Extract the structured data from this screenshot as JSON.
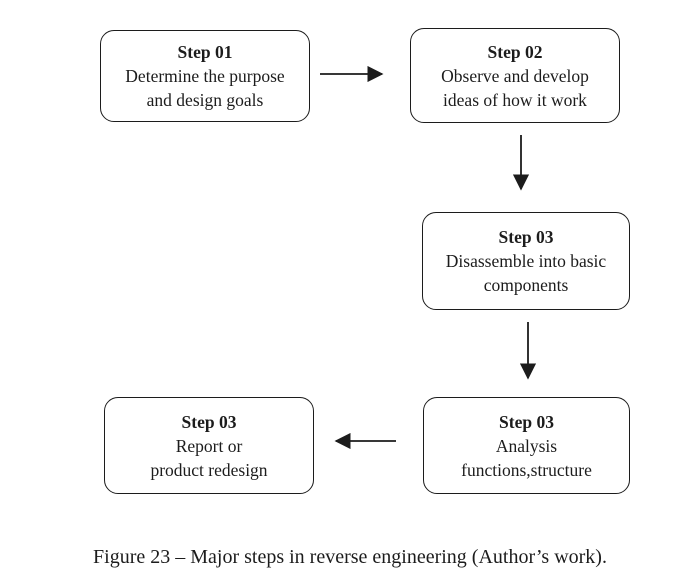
{
  "figure": {
    "caption": "Figure 23 – Major steps in reverse engineering (Author’s work)."
  },
  "colors": {
    "background": "#ffffff",
    "box_border": "#1c1c1c",
    "text": "#1c1c1c",
    "arrow": "#1c1c1c"
  },
  "flowchart": {
    "type": "flowchart",
    "nodes": [
      {
        "id": "step01",
        "title": "Step 01",
        "body_lines": [
          "Determine the purpose",
          "and design goals"
        ]
      },
      {
        "id": "step02",
        "title": "Step 02",
        "body_lines": [
          "Observe and develop",
          "ideas of how it work"
        ]
      },
      {
        "id": "step03-disassemble",
        "title": "Step 03",
        "body_lines": [
          "Disassemble into basic",
          "components"
        ]
      },
      {
        "id": "step03-analysis",
        "title": "Step 03",
        "body_lines": [
          "Analysis",
          "functions,structure"
        ]
      },
      {
        "id": "step03-report",
        "title": "Step 03",
        "body_lines": [
          "Report or",
          "product redesign"
        ]
      }
    ],
    "edges": [
      {
        "from": "step01",
        "to": "step02",
        "direction": "right"
      },
      {
        "from": "step02",
        "to": "step03-disassemble",
        "direction": "down"
      },
      {
        "from": "step03-disassemble",
        "to": "step03-analysis",
        "direction": "down"
      },
      {
        "from": "step03-analysis",
        "to": "step03-report",
        "direction": "left"
      }
    ]
  }
}
